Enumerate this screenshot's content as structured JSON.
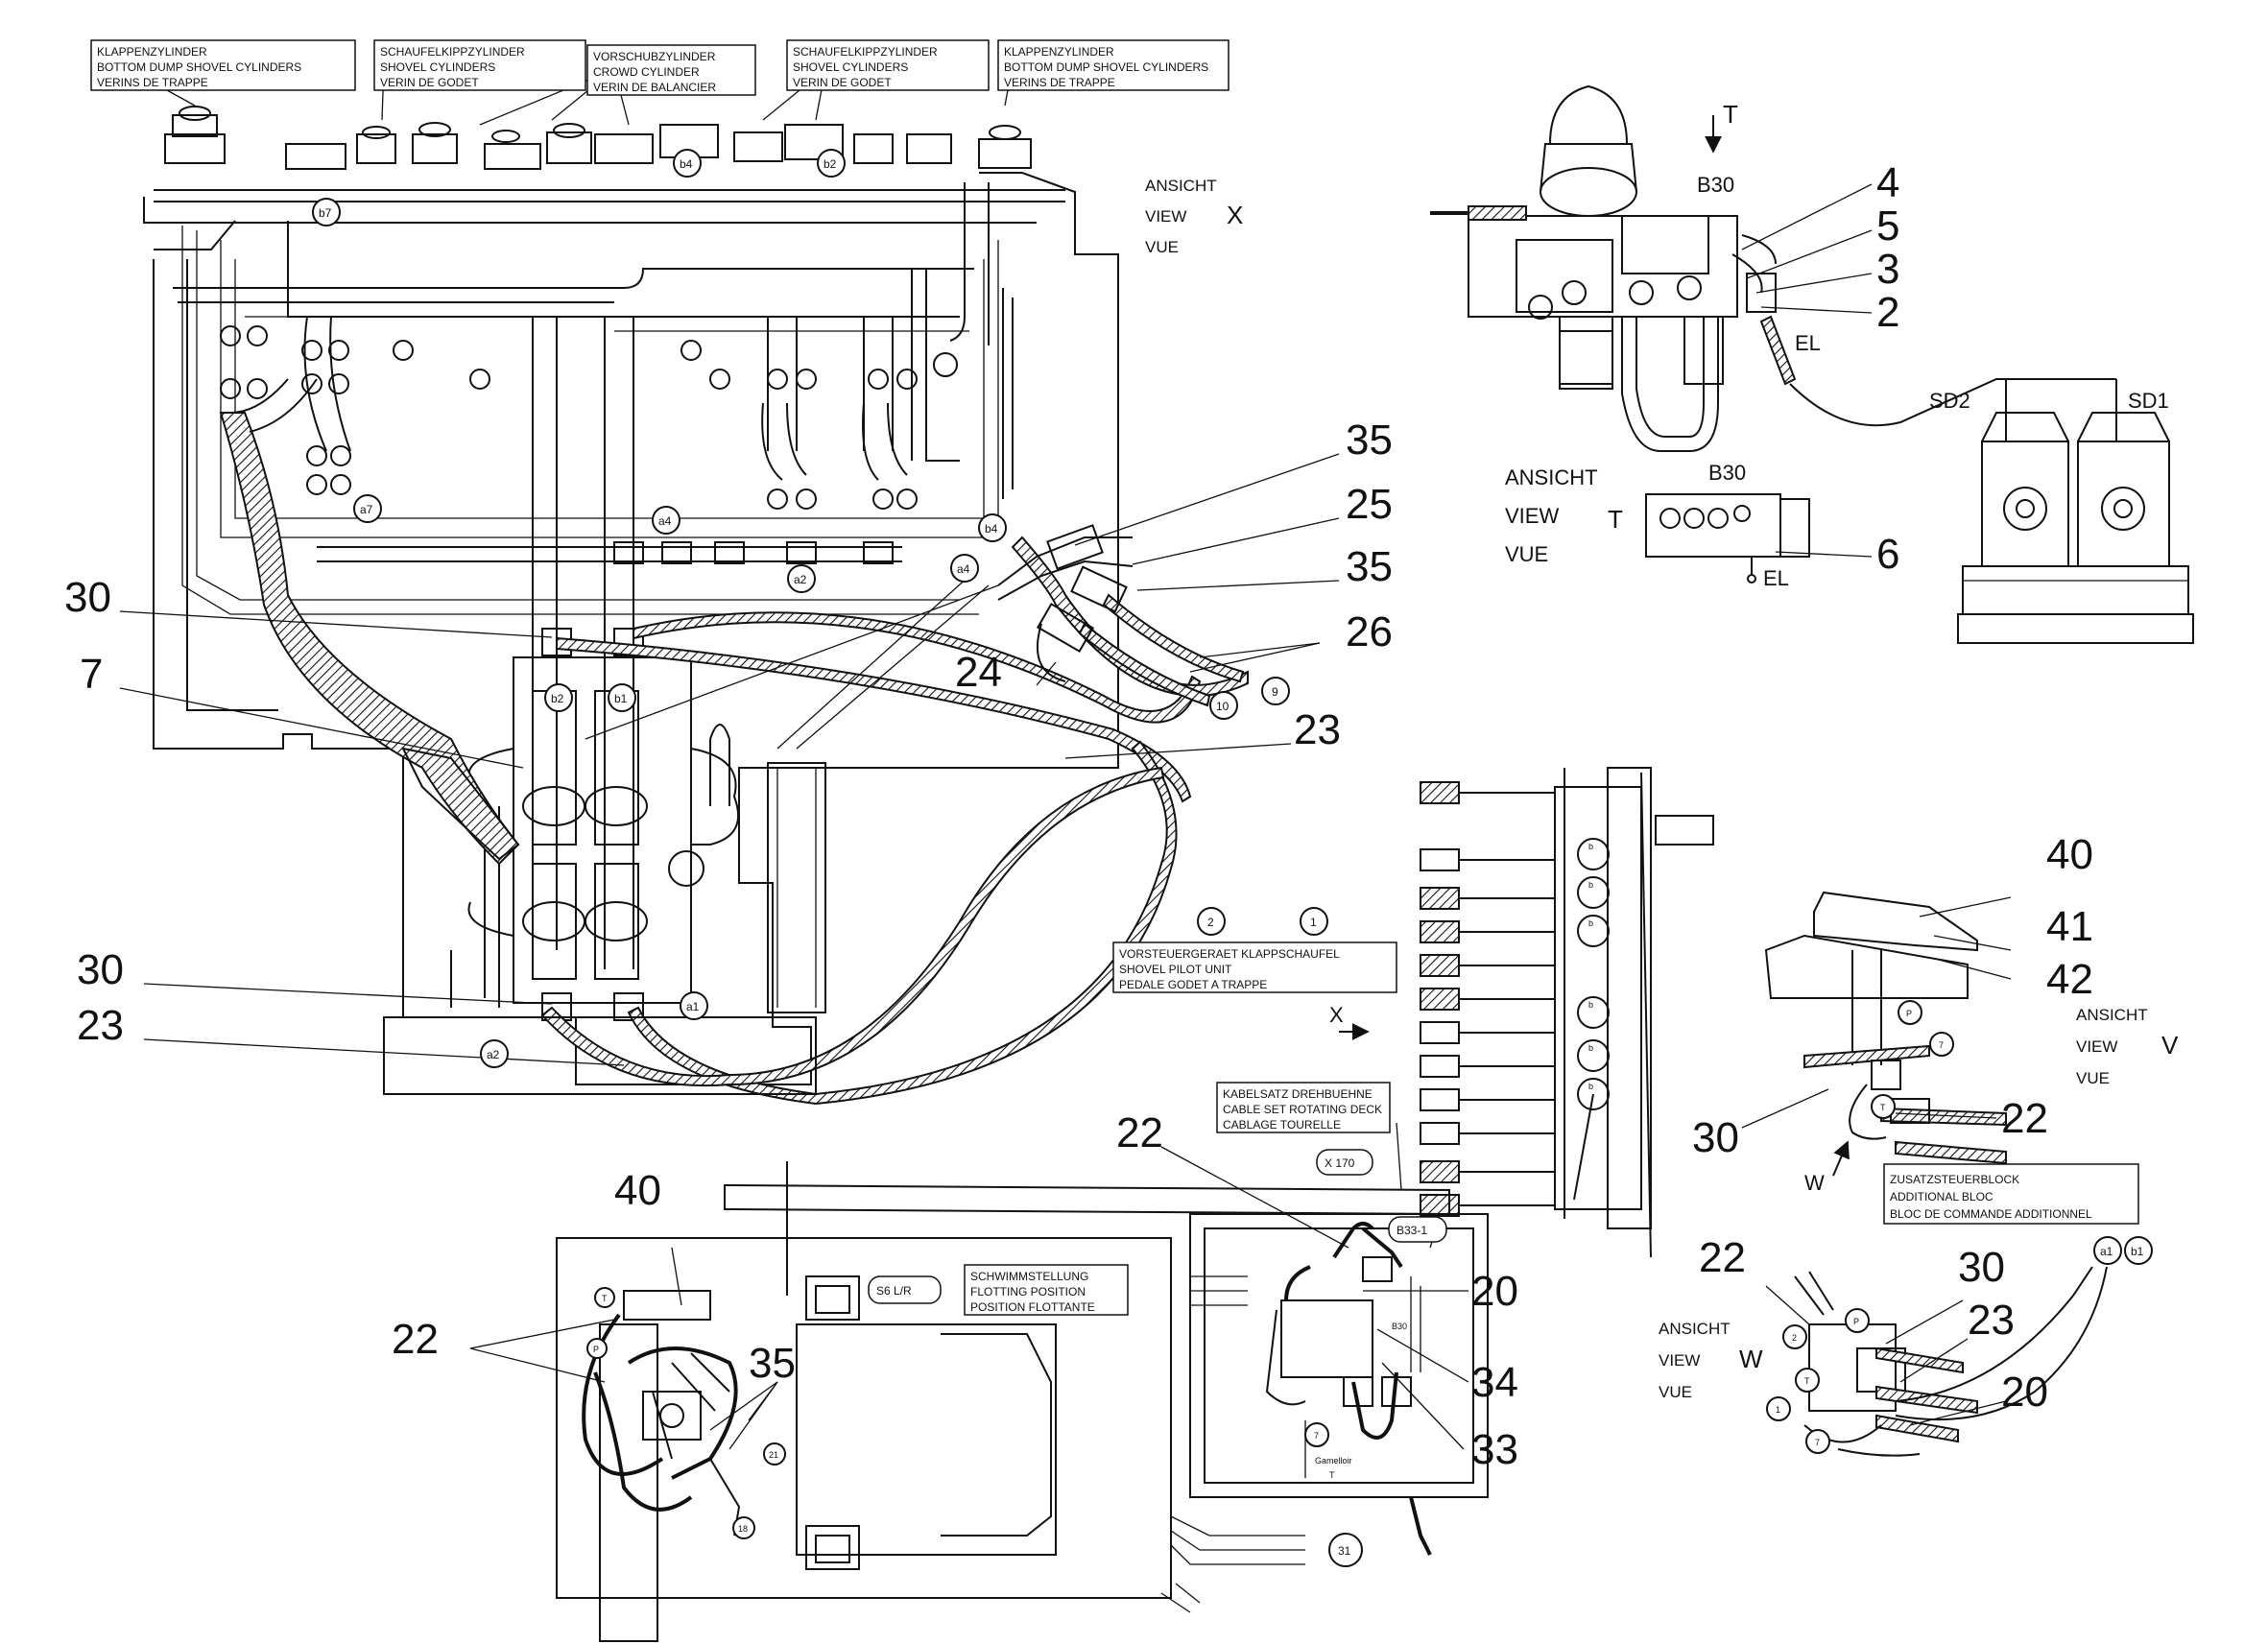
{
  "label_boxes": {
    "bottom_dump_left": [
      "KLAPPENZYLINDER",
      "BOTTOM DUMP SHOVEL CYLINDERS",
      "VERINS DE TRAPPE"
    ],
    "shovel_left": [
      "SCHAUFELKIPPZYLINDER",
      "SHOVEL CYLINDERS",
      "VERIN DE GODET"
    ],
    "crowd": [
      "VORSCHUBZYLINDER",
      "CROWD CYLINDER",
      "VERIN DE BALANCIER"
    ],
    "shovel_right": [
      "SCHAUFELKIPPZYLINDER",
      "SHOVEL CYLINDERS",
      "VERIN DE GODET"
    ],
    "bottom_dump_right": [
      "KLAPPENZYLINDER",
      "BOTTOM DUMP SHOVEL CYLINDERS",
      "VERINS DE TRAPPE"
    ],
    "pilot_unit": [
      "VORSTEUERGERAET KLAPPSCHAUFEL",
      "SHOVEL PILOT UNIT",
      "PEDALE GODET A TRAPPE"
    ],
    "cable_set": [
      "KABELSATZ DREHBUEHNE",
      "CABLE SET ROTATING DECK",
      "CABLAGE TOURELLE"
    ],
    "floating": [
      "SCHWIMMSTELLUNG",
      "FLOTTING POSITION",
      "POSITION FLOTTANTE"
    ],
    "additional": [
      "ZUSATZSTEUERBLOCK",
      "ADDITIONAL BLOC",
      "BLOC DE COMMANDE ADDITIONNEL"
    ]
  },
  "views": {
    "x": {
      "lines": [
        "ANSICHT",
        "VIEW",
        "VUE"
      ],
      "letter": "X"
    },
    "t": {
      "lines": [
        "ANSICHT",
        "VIEW",
        "VUE"
      ],
      "letter": "T"
    },
    "v": {
      "lines": [
        "ANSICHT",
        "VIEW",
        "VUE"
      ],
      "letter": "V"
    },
    "w": {
      "lines": [
        "ANSICHT",
        "VIEW",
        "VUE"
      ],
      "letter": "W"
    }
  },
  "part_numbers": {
    "n35a": "35",
    "n25": "25",
    "n35b": "35",
    "n26": "26",
    "n30a": "30",
    "n7": "7",
    "n24": "24",
    "n23a": "23",
    "n30b": "30",
    "n23b": "23",
    "n4": "4",
    "n5": "5",
    "n3": "3",
    "n2": "2",
    "n6": "6",
    "n40a": "40",
    "n41": "41",
    "n42": "42",
    "n30c": "30",
    "n22a": "22",
    "n22b": "22",
    "n30d": "30",
    "n23c": "23",
    "n20a": "20",
    "n22c": "22",
    "n40b": "40",
    "n22d": "22",
    "n35c": "35",
    "n20b": "20",
    "n34": "34",
    "n33": "33"
  },
  "small_labels": {
    "t_arrow": "T",
    "b30_top": "B30",
    "el_top": "EL",
    "sd2": "SD2",
    "sd1": "SD1",
    "b30_mid": "B30",
    "el_mid": "EL",
    "x_arrow": "X",
    "w_arrow": "W",
    "x170": "X 170",
    "b33": "B33-1",
    "b30_low": "B30",
    "s6": "S6 L/R",
    "gamelle": "Gamelloir",
    "t_small": "T"
  },
  "bubbles": {
    "b7": "b7",
    "b4_top": "b4",
    "b2_top": "b2",
    "a7": "a7",
    "a4_a": "a4",
    "a2_a": "a2",
    "b4_mid": "b4",
    "a4_b": "a4",
    "b2_valve": "b2",
    "b1_valve": "b1",
    "a1": "a1",
    "a2_b": "a2",
    "c10": "10",
    "c9": "9",
    "c2": "2",
    "c1": "1",
    "a1_r": "a1",
    "b1_r": "b1",
    "c31": "31",
    "c21": "21",
    "c18": "18",
    "c7_low": "7",
    "p_v": "P",
    "c7_v": "7",
    "t_v": "T",
    "c2_w": "2",
    "p_w": "P",
    "t_w": "T",
    "c1_w": "1",
    "c7_w": "7",
    "t_ped": "T",
    "p_ped": "P"
  },
  "valve_tags": [
    "b",
    "b",
    "b",
    "b",
    "b",
    "b"
  ]
}
